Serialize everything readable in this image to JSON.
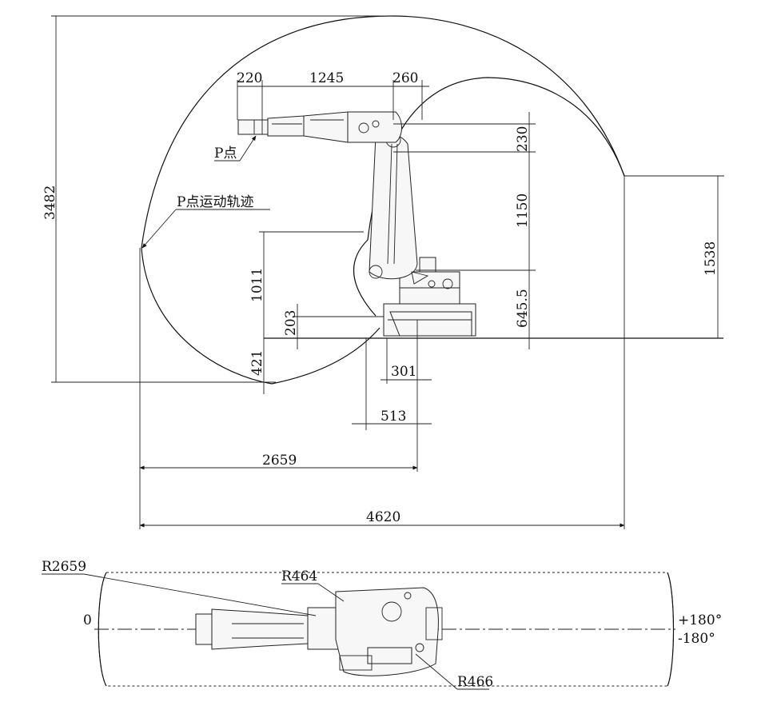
{
  "side_view": {
    "dimensions": {
      "d220": "220",
      "d1245": "1245",
      "d260": "260",
      "d230": "230",
      "d1150": "1150",
      "d645": "645.5",
      "d1538": "1538",
      "d3482": "3482",
      "d1011": "1011",
      "d203": "203",
      "d421": "421",
      "d301": "301",
      "d513": "513",
      "d2659": "2659",
      "d4620": "4620"
    },
    "labels": {
      "p_point": "P点",
      "p_trajectory": "P点运动轨迹"
    }
  },
  "top_view": {
    "labels": {
      "r2659": "R2659",
      "r464": "R464",
      "r466": "R466",
      "zero": "0",
      "plus180": "+180°",
      "minus180": "-180°"
    }
  }
}
